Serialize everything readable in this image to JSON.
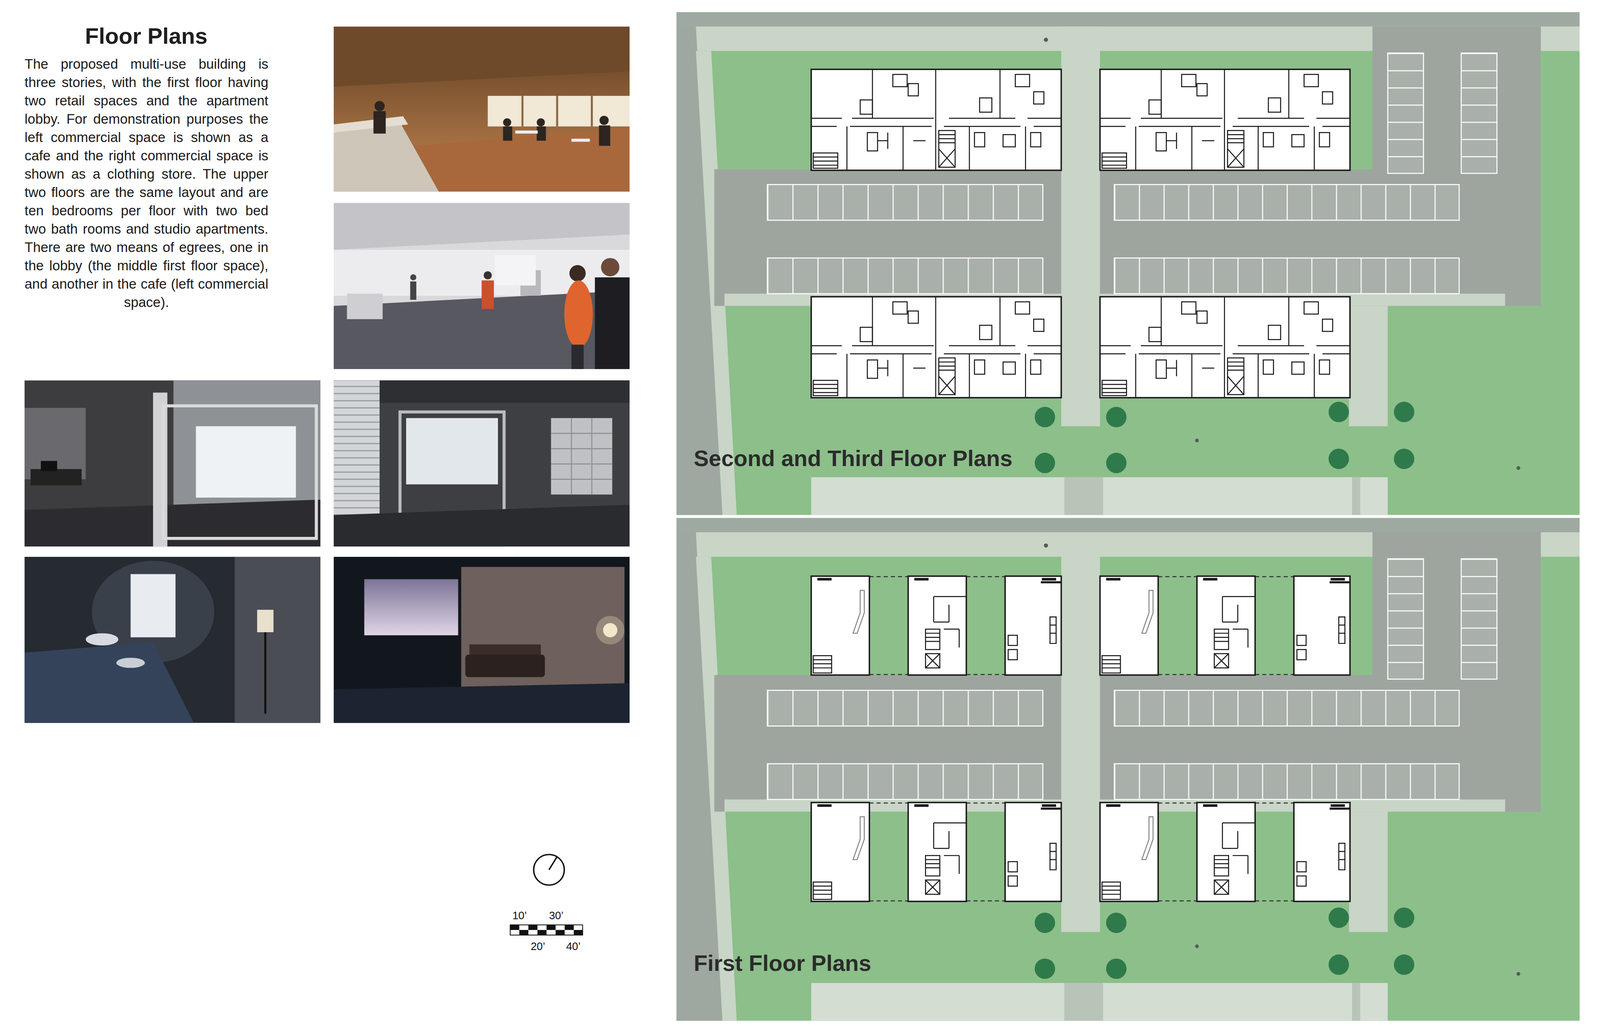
{
  "diagram": {
    "title": "Floor Plans",
    "labels": [
      "The proposed multi-use building is three stories, with the first floor having two retail spaces and the apartment lobby. For demonstration purposes the left commercial space is shown as a cafe and the right commercial space is shown as a clothing store. The upper two floors are the same layout and are ten bedrooms per floor with two bed two bath rooms and studio apartments. There are two means of egrees, one in the lobby (the middle first floor space), and another in the cafe (left commercial space).",
      "Second and Third Floor Plans",
      "First Floor Plans",
      "10’",
      "30’",
      "20’",
      "40’"
    ]
  }
}
